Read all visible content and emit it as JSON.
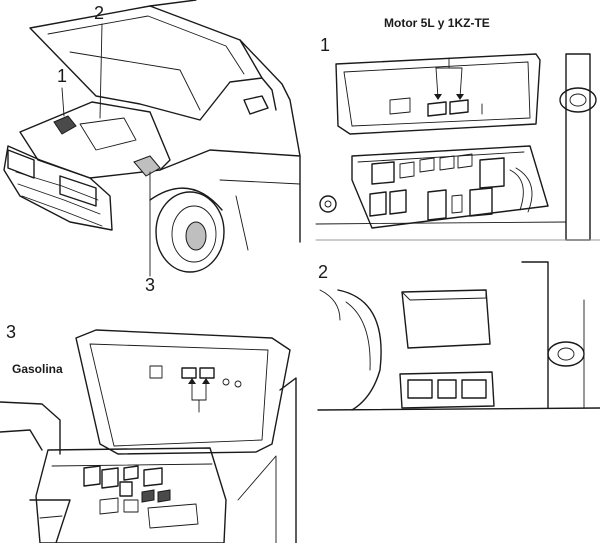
{
  "callouts": {
    "c1": "1",
    "c2": "2",
    "c3": "3"
  },
  "panels": {
    "p1_number": "1",
    "p1_title": "Motor 5L y 1KZ-TE",
    "p2_number": "2",
    "p3_number": "3",
    "p3_title": "Gasolina"
  }
}
